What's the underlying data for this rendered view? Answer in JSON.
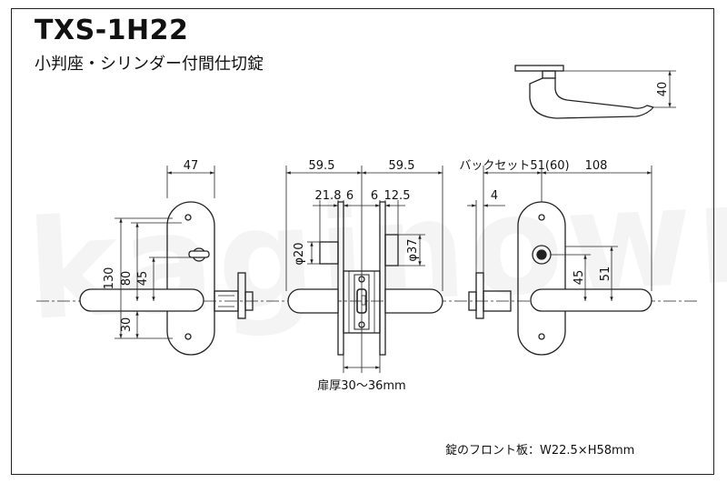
{
  "title": "TXS-1H22",
  "subtitle": "小判座・シリンダー付間仕切錠",
  "footnote": "錠のフロント板：W22.5×H58mm",
  "watermark": "kaginown",
  "dims": {
    "d47": "47",
    "d130": "130",
    "d80": "80",
    "d45a": "45",
    "d30": "30",
    "d595a": "59.5",
    "d595b": "59.5",
    "d218": "21.8",
    "d6a": "6",
    "d6b": "6",
    "d125": "12.5",
    "phi20": "φ20",
    "phi37": "φ37",
    "door": "扉厚30〜36mm",
    "backset": "バックセット51(60)",
    "d108": "108",
    "d4": "4",
    "d45b": "45",
    "d51": "51",
    "d40": "40"
  },
  "colors": {
    "line": "#222222",
    "frame": "#222222"
  }
}
